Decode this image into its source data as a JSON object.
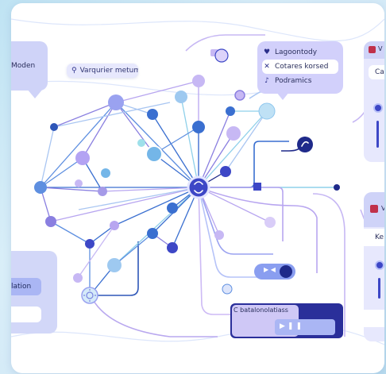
{
  "colors": {
    "background": "#cfe6f6",
    "card": "#ffffff",
    "panel": "#cfd3f8",
    "panel_light": "#e7e8fd",
    "accent": "#3d47c6",
    "accent_dark": "#1f2a8a",
    "edge_purple": "#8a7fe0",
    "edge_blue": "#5e8fe0",
    "edge_light": "#a9c6f2",
    "node_cyan": "#74b6e8",
    "node_lilac": "#c7b8f4"
  },
  "left_panel": {
    "label": "Moden"
  },
  "search": {
    "icon": "search-icon",
    "text": "Varqurier metuma"
  },
  "popup_menu": {
    "items": [
      {
        "icon": "heart-icon",
        "label": "Lagoontody"
      },
      {
        "icon": "close-icon",
        "label": "Cotares korsed"
      },
      {
        "icon": "music-icon",
        "label": "Podramics"
      }
    ]
  },
  "right_panel_top": {
    "icon": "app-icon",
    "title": "V",
    "field": "Ca"
  },
  "right_panel_bottom": {
    "icon": "app-icon",
    "title": "V",
    "field": "Ke"
  },
  "left_bottom_panel": {
    "label": "lation"
  },
  "bottom_bar": {
    "text": "C batalonolatiass",
    "action_icons": [
      "play-icon",
      "pause-icon"
    ]
  },
  "bottom_control": {
    "label": "▶ ◀"
  },
  "hub_icon": "link-icon"
}
